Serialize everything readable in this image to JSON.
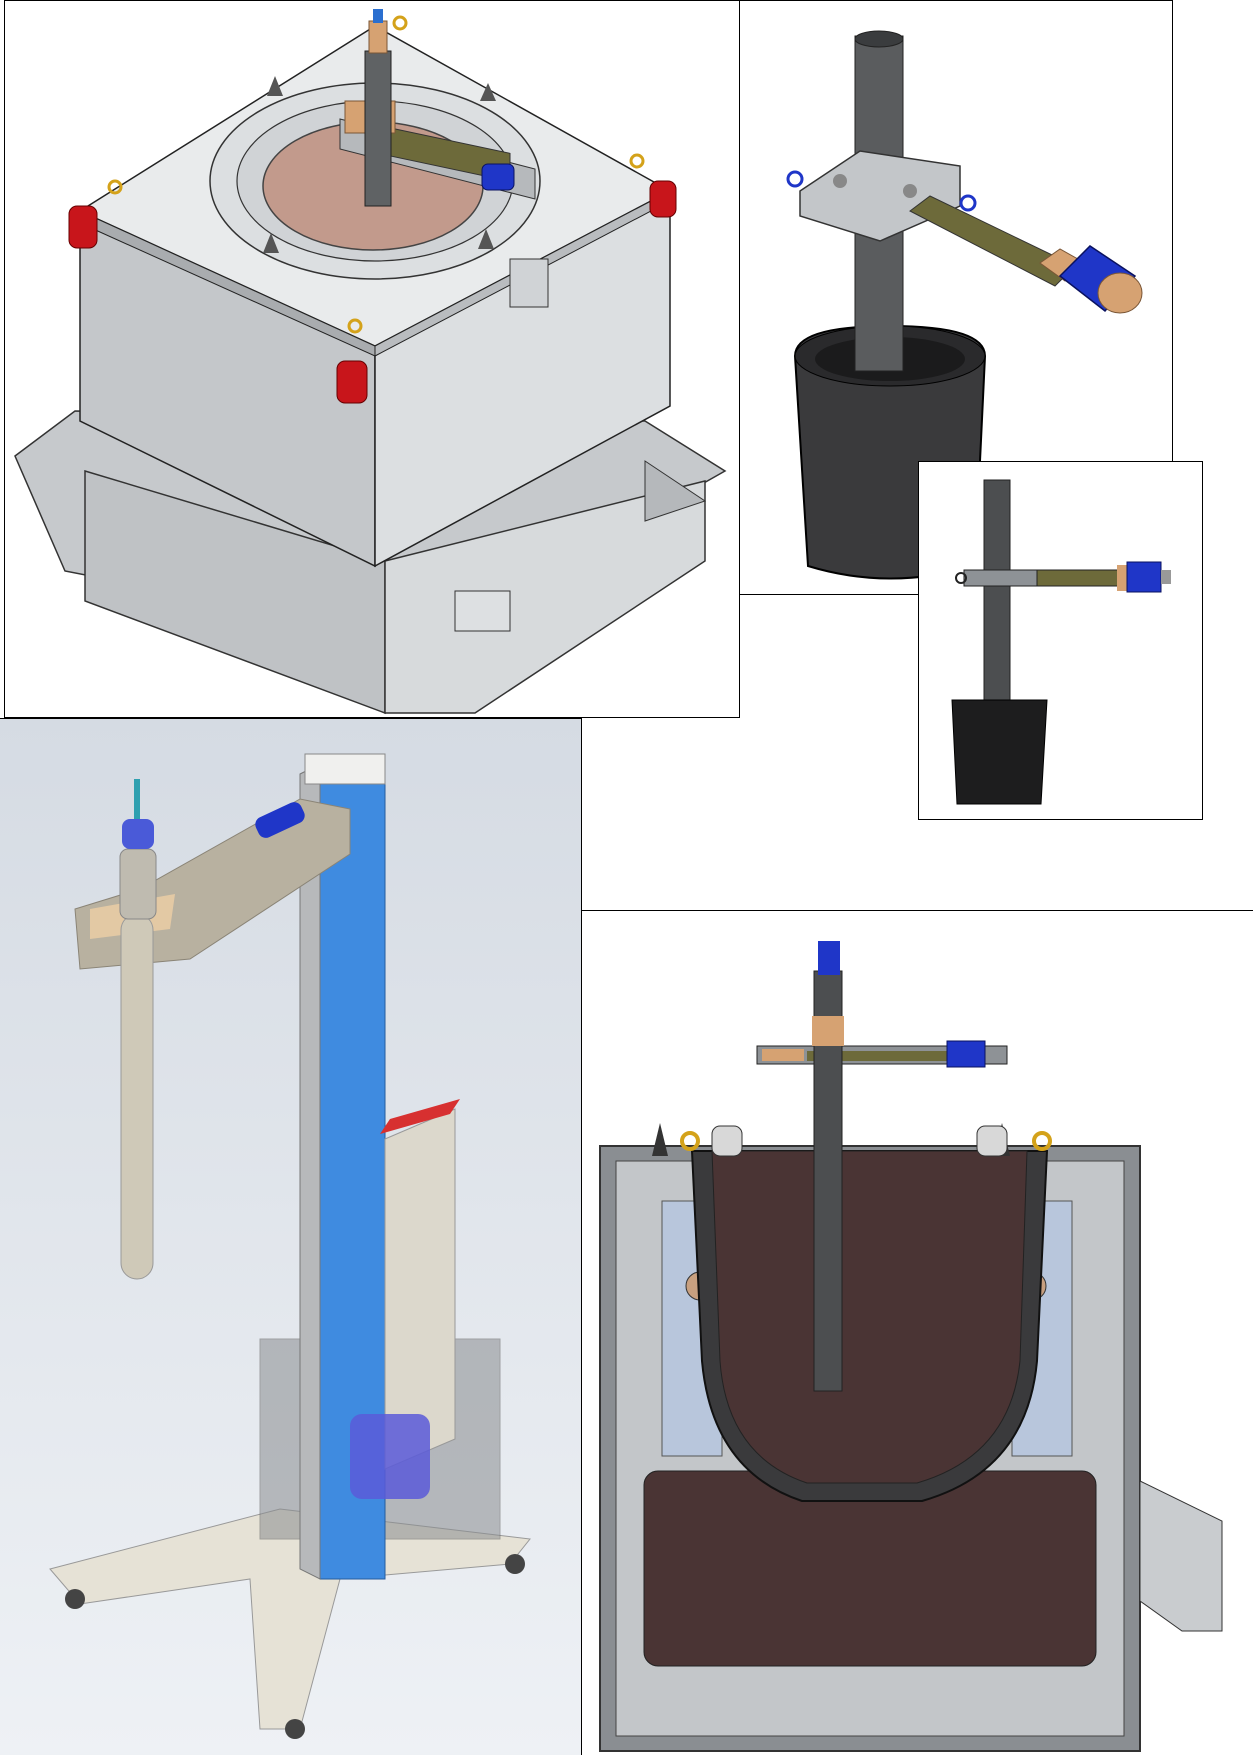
{
  "figure": {
    "panels": [
      {
        "id": "furnace-isometric",
        "icon": "furnace-isometric-render"
      },
      {
        "id": "crucible-clamp-isometric",
        "icon": "crucible-clamp-render"
      },
      {
        "id": "crucible-clamp-side",
        "icon": "crucible-clamp-side-render"
      },
      {
        "id": "lifting-stand-render",
        "icon": "lifting-stand-render"
      },
      {
        "id": "furnace-section",
        "icon": "furnace-cross-section"
      }
    ],
    "colors": {
      "steel": "#c9cccf",
      "steel_dark": "#8e9296",
      "crucible": "#3a3a3c",
      "melt": "#4a3434",
      "insulation": "#b8c6dc",
      "bronze": "#d6a272",
      "green_tube": "#6d6a3a",
      "blue_motor": "#1f36c8",
      "red_lug": "#c8151b",
      "column_blue": "#3f8be0",
      "eyebolt": "#d4a21a"
    }
  }
}
